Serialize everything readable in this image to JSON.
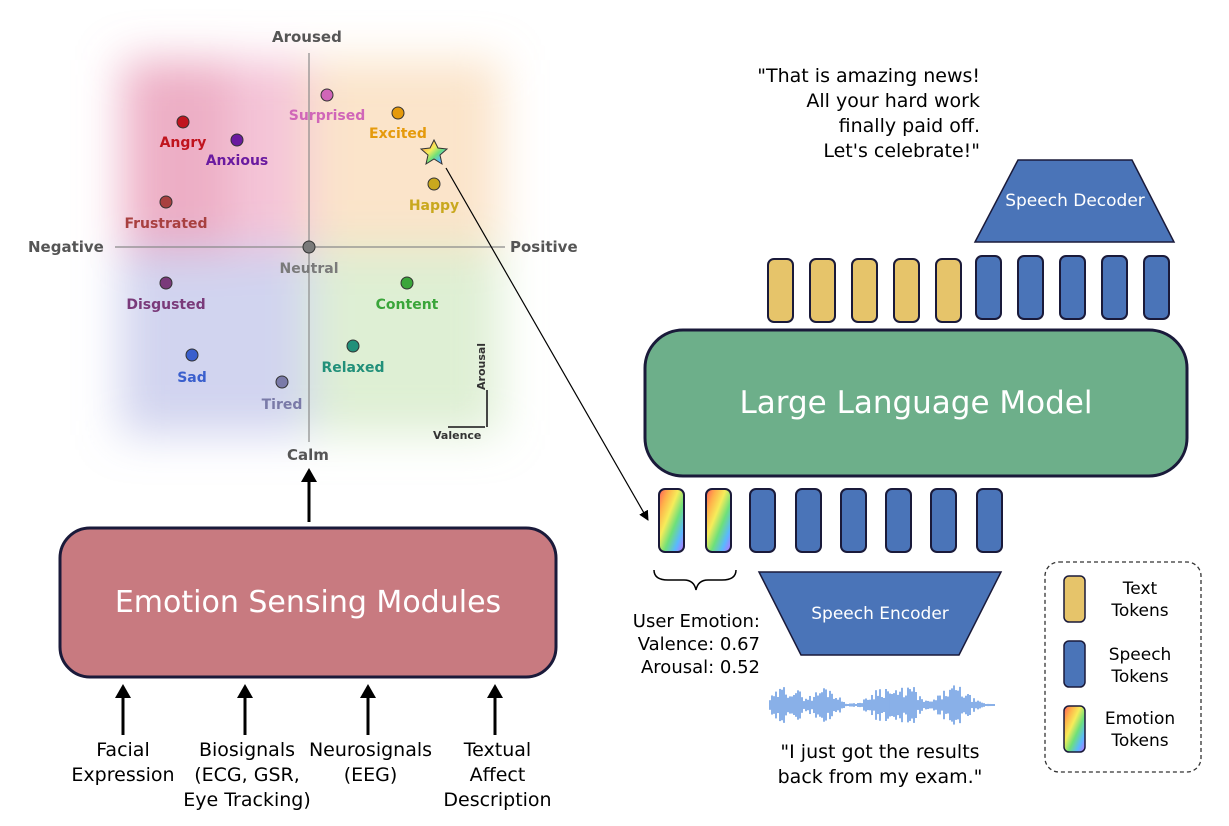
{
  "circumplex": {
    "axis_top": "Aroused",
    "axis_bottom": "Calm",
    "axis_left": "Negative",
    "axis_right": "Positive",
    "mini_axis_x": "Valence",
    "mini_axis_y": "Arousal",
    "emotions": [
      {
        "label": "Angry",
        "color": "#c0141e"
      },
      {
        "label": "Anxious",
        "color": "#6a1aa0"
      },
      {
        "label": "Surprised",
        "color": "#d066b8"
      },
      {
        "label": "Excited",
        "color": "#e59a0c"
      },
      {
        "label": "Frustrated",
        "color": "#a84040"
      },
      {
        "label": "Happy",
        "color": "#c9a81e"
      },
      {
        "label": "Neutral",
        "color": "#7a7a7a"
      },
      {
        "label": "Disgusted",
        "color": "#7a3a7a"
      },
      {
        "label": "Content",
        "color": "#3aa53a"
      },
      {
        "label": "Sad",
        "color": "#3a5fcd"
      },
      {
        "label": "Relaxed",
        "color": "#22907a"
      },
      {
        "label": "Tired",
        "color": "#7a7aa8"
      }
    ]
  },
  "emotion_module": {
    "label": "Emotion Sensing Modules",
    "color": "#c87a80"
  },
  "inputs": [
    {
      "label": "Facial\nExpression"
    },
    {
      "label": "Biosignals\n(ECG, GSR,\nEye Tracking)"
    },
    {
      "label": "Neurosignals\n(EEG)"
    },
    {
      "label": "Textual\nAffect\nDescription"
    }
  ],
  "llm": {
    "label": "Large Language Model",
    "color": "#6daf8a"
  },
  "speech_decoder": {
    "label": "Speech Decoder"
  },
  "speech_encoder": {
    "label": "Speech Encoder"
  },
  "output_quote": "\"That is amazing news!\nAll your hard work\nfinally paid off.\nLet's celebrate!\"",
  "input_quote": "\"I just got the results\nback from my exam.\"",
  "user_emotion": {
    "title": "User Emotion:",
    "valence_text": "Valence: 0.67",
    "arousal_text": "Arousal: 0.52"
  },
  "legend": {
    "text_tokens": "Text\nTokens",
    "speech_tokens": "Speech\nTokens",
    "emotion_tokens": "Emotion\nTokens"
  },
  "colors": {
    "text_token": "#e6c46a",
    "speech_token": "#4a74b8",
    "block_blue": "#4a74b8",
    "outline": "#1a1a3a"
  }
}
